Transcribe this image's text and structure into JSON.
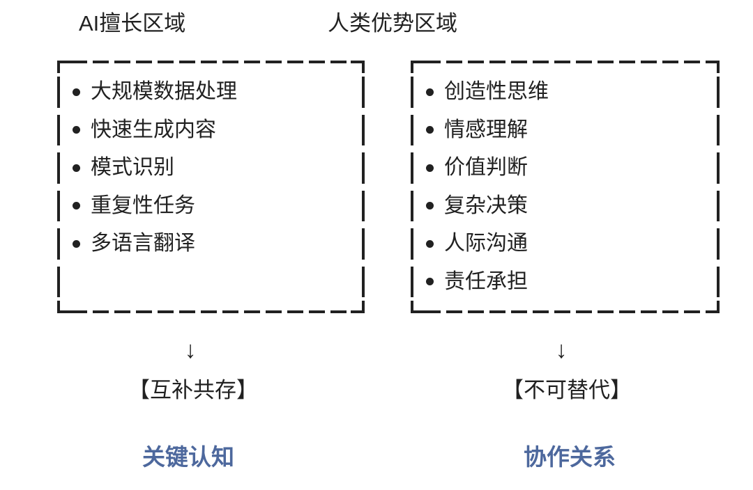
{
  "palette": {
    "background": "#ffffff",
    "ink": "#212121",
    "accent_blue": "#4d689d"
  },
  "columns": [
    {
      "title": "AI擅长区域",
      "items": [
        "大规模数据处理",
        "快速生成内容",
        "模式识别",
        "重复性任务",
        "多语言翻译"
      ],
      "arrow": "↓",
      "tag": "【互补共存】",
      "footer": "关键认知"
    },
    {
      "title": "人类优势区域",
      "items": [
        "创造性思维",
        "情感理解",
        "价值判断",
        "复杂决策",
        "人际沟通",
        "责任承担"
      ],
      "arrow": "↓",
      "tag": "【不可替代】",
      "footer": "协作关系"
    }
  ]
}
